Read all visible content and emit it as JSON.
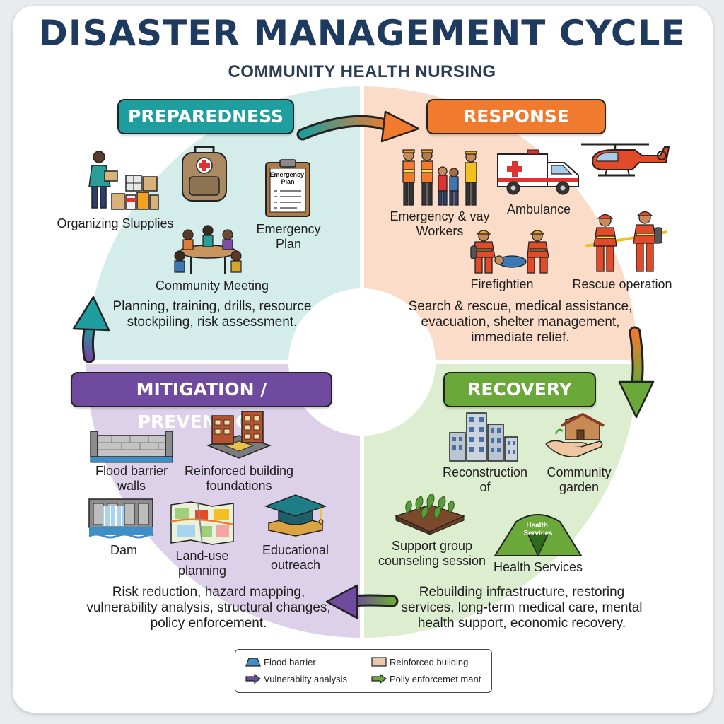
{
  "header": {
    "title": "DISASTER MANAGEMENT CYCLE",
    "subtitle": "COMMUNITY HEALTH NURSING"
  },
  "phases": {
    "preparedness": {
      "title": "PREPAREDNESS",
      "color": "#1e9e9e",
      "labels": {
        "supplies": "Organizing Slupplies",
        "plan": "Emergency\nPlan",
        "meeting": "Community Meeting"
      },
      "clipboard_text": "Emergency\nPlan",
      "description": "Planning, training, drills, resource\nstockpiling, risk assessment."
    },
    "response": {
      "title": "RESPONSE",
      "color": "#f07a2e",
      "labels": {
        "workers": "Emergency & vay\nWorkers",
        "ambulance": "Ambulance",
        "firefighters": "Firefightien",
        "rescue": "Rescue operation"
      },
      "description": "Search & rescue, medical assistance,\nevacuation, shelter management,\nimmediate relief."
    },
    "recovery": {
      "title": "RECOVERY",
      "color": "#6aa83a",
      "labels": {
        "reconstruction": "Reconstruction\nof",
        "garden": "Community\ngarden",
        "support": "Support group\ncounseling session",
        "health": "Health Services"
      },
      "tent_text": "Health\nServices",
      "description": "Rebuilding infrastructure, restoring\nservices, long-term medical care, mental\nhealth support, economic recovery."
    },
    "mitigation": {
      "title": "MITIGATION / PREVENTION",
      "color": "#6f4a9e",
      "labels": {
        "flood": "Flood barrier\nwalls",
        "reinforced": "Reinforced building\nfoundations",
        "dam": "Dam",
        "landuse": "Land-use\nplanning",
        "education": "Educational\noutreach"
      },
      "description": "Risk reduction, hazard mapping,\nvulnerability analysis, structural changes,\npolicy enforcement."
    }
  },
  "quadrant_colors": {
    "preparedness": "#d4ecea",
    "response": "#fbdcc8",
    "recovery": "#dcedd0",
    "mitigation": "#ddd0e9"
  },
  "legend": {
    "items": [
      {
        "label": "Flood barrier",
        "color": "#3f8fc6"
      },
      {
        "label": "Reinforced building",
        "color": "#e8c8ae"
      },
      {
        "label": "Vulnerabilty analysis",
        "color": "#6f4a9e"
      },
      {
        "label": "Poliy enforcemet mant",
        "color": "#6aa83a"
      }
    ]
  }
}
